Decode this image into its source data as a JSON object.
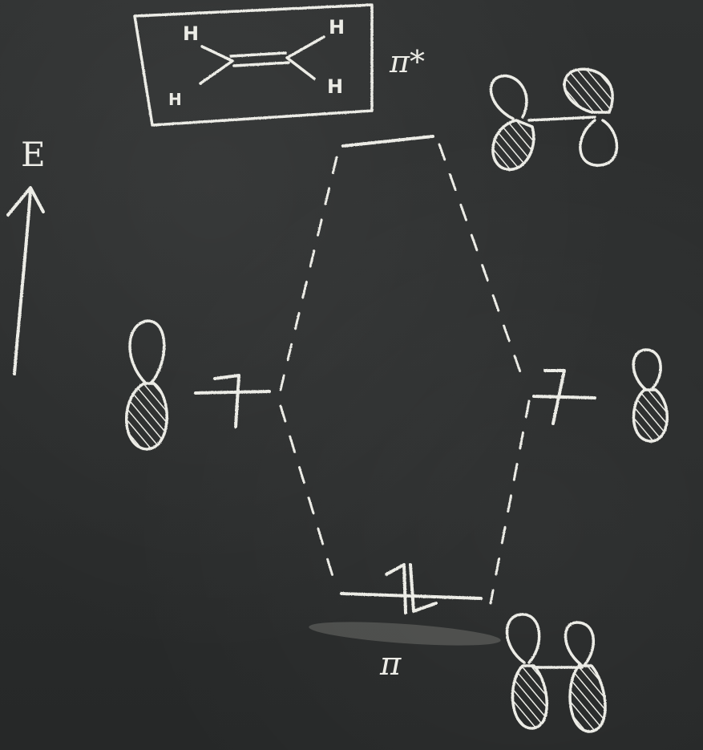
{
  "board": {
    "background_color": "#2b2d2d",
    "chalk_color": "#ecece6"
  },
  "energy_axis": {
    "label": "E",
    "arrow_direction": "up"
  },
  "molecule": {
    "atom_labels": [
      "H",
      "H",
      "H",
      "H"
    ],
    "bond": "C=C"
  },
  "orbitals": {
    "pi_star_label": "π*",
    "pi_label": "π",
    "pi_star_electrons": 0,
    "pi_electrons": 2,
    "left_p_orbital_electrons": 1,
    "right_p_orbital_electrons": 1
  }
}
